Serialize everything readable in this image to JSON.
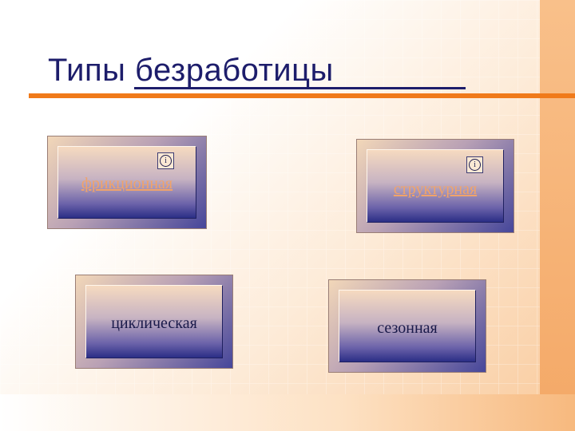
{
  "slide": {
    "title": "Типы безработицы",
    "accent_color": "#f07a1a",
    "title_color": "#1d1d6b"
  },
  "boxes": [
    {
      "label": "фрикционная",
      "has_info_icon": true,
      "info_icon": "info-icon",
      "info_glyph": "i"
    },
    {
      "label": "структурная",
      "has_info_icon": true,
      "info_icon": "info-icon",
      "info_glyph": "i"
    },
    {
      "label": "циклическая",
      "has_info_icon": false
    },
    {
      "label": "сезонная",
      "has_info_icon": false
    }
  ]
}
